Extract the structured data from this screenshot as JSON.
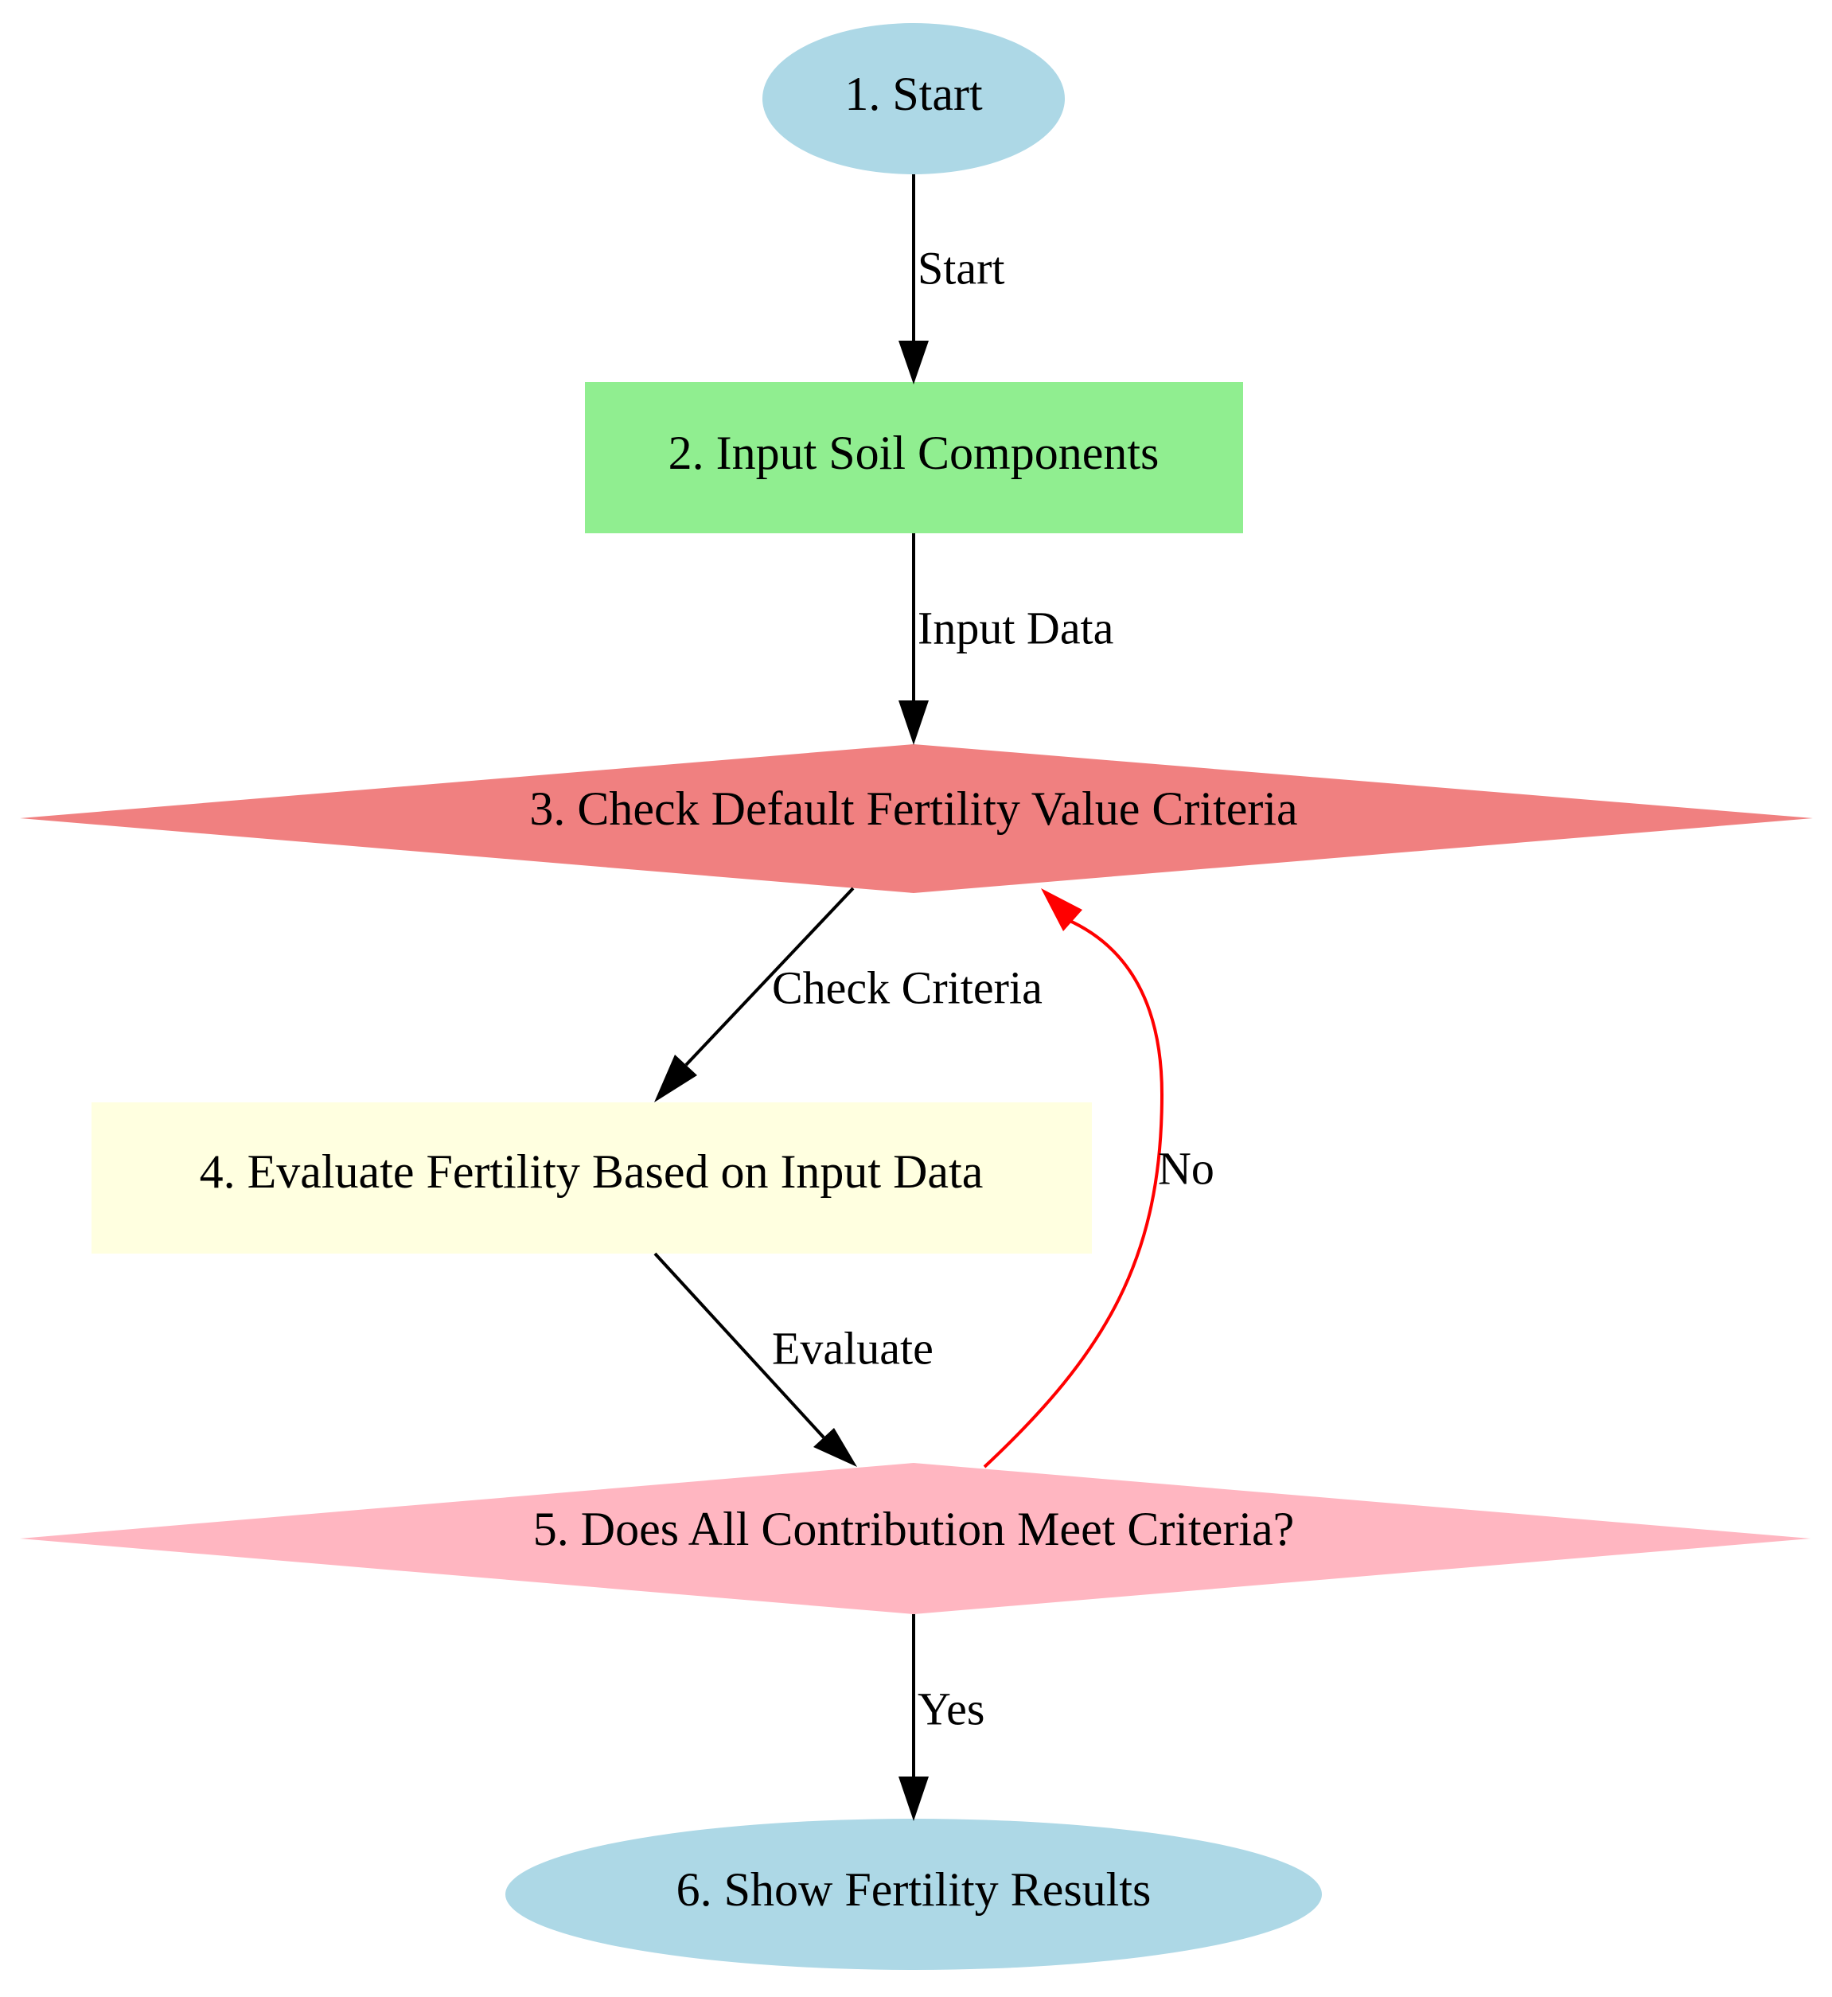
{
  "nodes": {
    "start": {
      "label": "1. Start",
      "color": "#add8e6"
    },
    "input": {
      "label": "2. Input Soil Components",
      "color": "#90ee90"
    },
    "check_default": {
      "label": "3. Check Default Fertility Value Criteria",
      "color": "#f08080"
    },
    "evaluate": {
      "label": "4. Evaluate Fertility Based on Input Data",
      "color": "#ffffe0"
    },
    "meets_criteria": {
      "label": "5. Does All Contribution Meet Criteria?",
      "color": "#ffb6c1"
    },
    "results": {
      "label": "6. Show Fertility Results",
      "color": "#add8e6"
    }
  },
  "edges": {
    "start_to_input": {
      "label": "Start",
      "color": "#000000"
    },
    "input_to_check": {
      "label": "Input Data",
      "color": "#000000"
    },
    "check_to_evaluate": {
      "label": "Check Criteria",
      "color": "#000000"
    },
    "evaluate_to_meets": {
      "label": "Evaluate",
      "color": "#000000"
    },
    "meets_to_check": {
      "label": "No",
      "color": "#ff0000"
    },
    "meets_to_results": {
      "label": "Yes",
      "color": "#000000"
    }
  }
}
